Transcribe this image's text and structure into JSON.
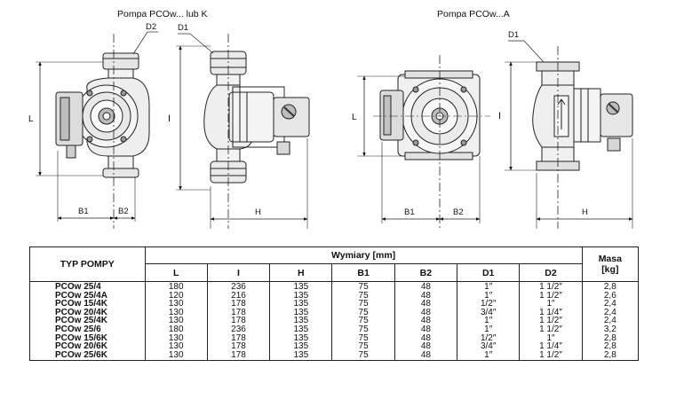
{
  "drawing": {
    "title_left": "Pompa PCOw... lub K",
    "title_right": "Pompa PCOw...A",
    "labels": {
      "d1": "D1",
      "d2": "D2",
      "l": "L",
      "i": "I",
      "h": "H",
      "b1": "B1",
      "b2": "B2"
    }
  },
  "table": {
    "header_type": "TYP POMPY",
    "header_group": "Wymiary [mm]",
    "header_mass": "Masa\n[kg]",
    "header_mass_line1": "Masa",
    "header_mass_line2": "[kg]",
    "columns": [
      "L",
      "I",
      "H",
      "B1",
      "B2",
      "D1",
      "D2"
    ],
    "rows": [
      {
        "type": "PCOw 25/4",
        "values": [
          "180",
          "236",
          "135",
          "75",
          "48",
          "1″",
          "1 1/2″"
        ],
        "mass": "2,8"
      },
      {
        "type": "PCOw 25/4A",
        "values": [
          "120",
          "216",
          "135",
          "75",
          "48",
          "1″",
          "1 1/2″"
        ],
        "mass": "2,6"
      },
      {
        "type": "PCOw 15/4K",
        "values": [
          "130",
          "178",
          "135",
          "75",
          "48",
          "1/2″",
          "1″"
        ],
        "mass": "2,4"
      },
      {
        "type": "PCOw 20/4K",
        "values": [
          "130",
          "178",
          "135",
          "75",
          "48",
          "3/4″",
          "1 1/4″"
        ],
        "mass": "2,4"
      },
      {
        "type": "PCOw 25/4K",
        "values": [
          "130",
          "178",
          "135",
          "75",
          "48",
          "1″",
          "1 1/2″"
        ],
        "mass": "2,4"
      },
      {
        "type": "PCOw 25/6",
        "values": [
          "180",
          "236",
          "135",
          "75",
          "48",
          "1″",
          "1 1/2″"
        ],
        "mass": "3,2"
      },
      {
        "type": "PCOw 15/6K",
        "values": [
          "130",
          "178",
          "135",
          "75",
          "48",
          "1/2″",
          "1″"
        ],
        "mass": "2,8"
      },
      {
        "type": "PCOw 20/6K",
        "values": [
          "130",
          "178",
          "135",
          "75",
          "48",
          "3/4″",
          "1 1/4″"
        ],
        "mass": "2,8"
      },
      {
        "type": "PCOw 25/6K",
        "values": [
          "130",
          "178",
          "135",
          "75",
          "48",
          "1″",
          "1 1/2″"
        ],
        "mass": "2,8"
      }
    ]
  }
}
